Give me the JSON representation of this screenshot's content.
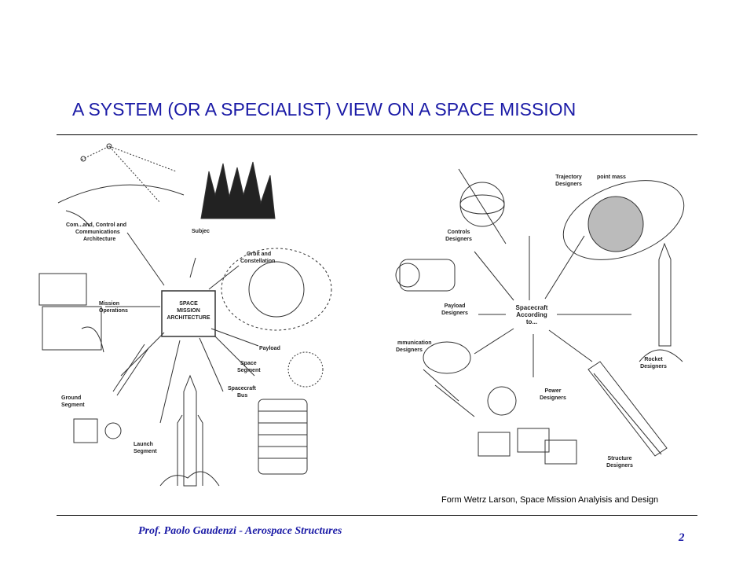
{
  "slide": {
    "title": "A SYSTEM (OR A SPECIALIST) VIEW ON A SPACE MISSION",
    "caption": "Form Wetrz Larson, Space Mission Analyisis and Design",
    "footer": "Prof. Paolo Gaudenzi - Aerospace Structures",
    "page_number": "2"
  },
  "left_figure": {
    "center": [
      "SPACE",
      "MISSION",
      "ARCHITECTURE"
    ],
    "labels": {
      "ccc": [
        "Com...and, Control and",
        "Communications",
        "Architecture"
      ],
      "subject": "Subjec",
      "orbit": [
        "Orbit and",
        "Constellation"
      ],
      "mission_ops": [
        "Mission",
        "Operations"
      ],
      "payload": "Payload",
      "space_segment": [
        "Space",
        "Segment"
      ],
      "spacecraft_bus": [
        "Spacecraft",
        "Bus"
      ],
      "ground_segment": [
        "Ground",
        "Segment"
      ],
      "launch_segment": [
        "Launch",
        "Segment"
      ]
    }
  },
  "right_figure": {
    "center": [
      "Spacecraft",
      "According",
      "to..."
    ],
    "labels": {
      "controls": [
        "Controls",
        "Designers"
      ],
      "trajectory": [
        "Trajectory",
        "Designers"
      ],
      "point_mass": "point mass",
      "payload": [
        "Payload",
        "Designers"
      ],
      "communication": [
        "mmunication",
        "Designers"
      ],
      "power": [
        "Power",
        "Designers"
      ],
      "rocket": [
        "Rocket",
        "Designers"
      ],
      "structure": [
        "Structure",
        "Designers"
      ]
    }
  }
}
